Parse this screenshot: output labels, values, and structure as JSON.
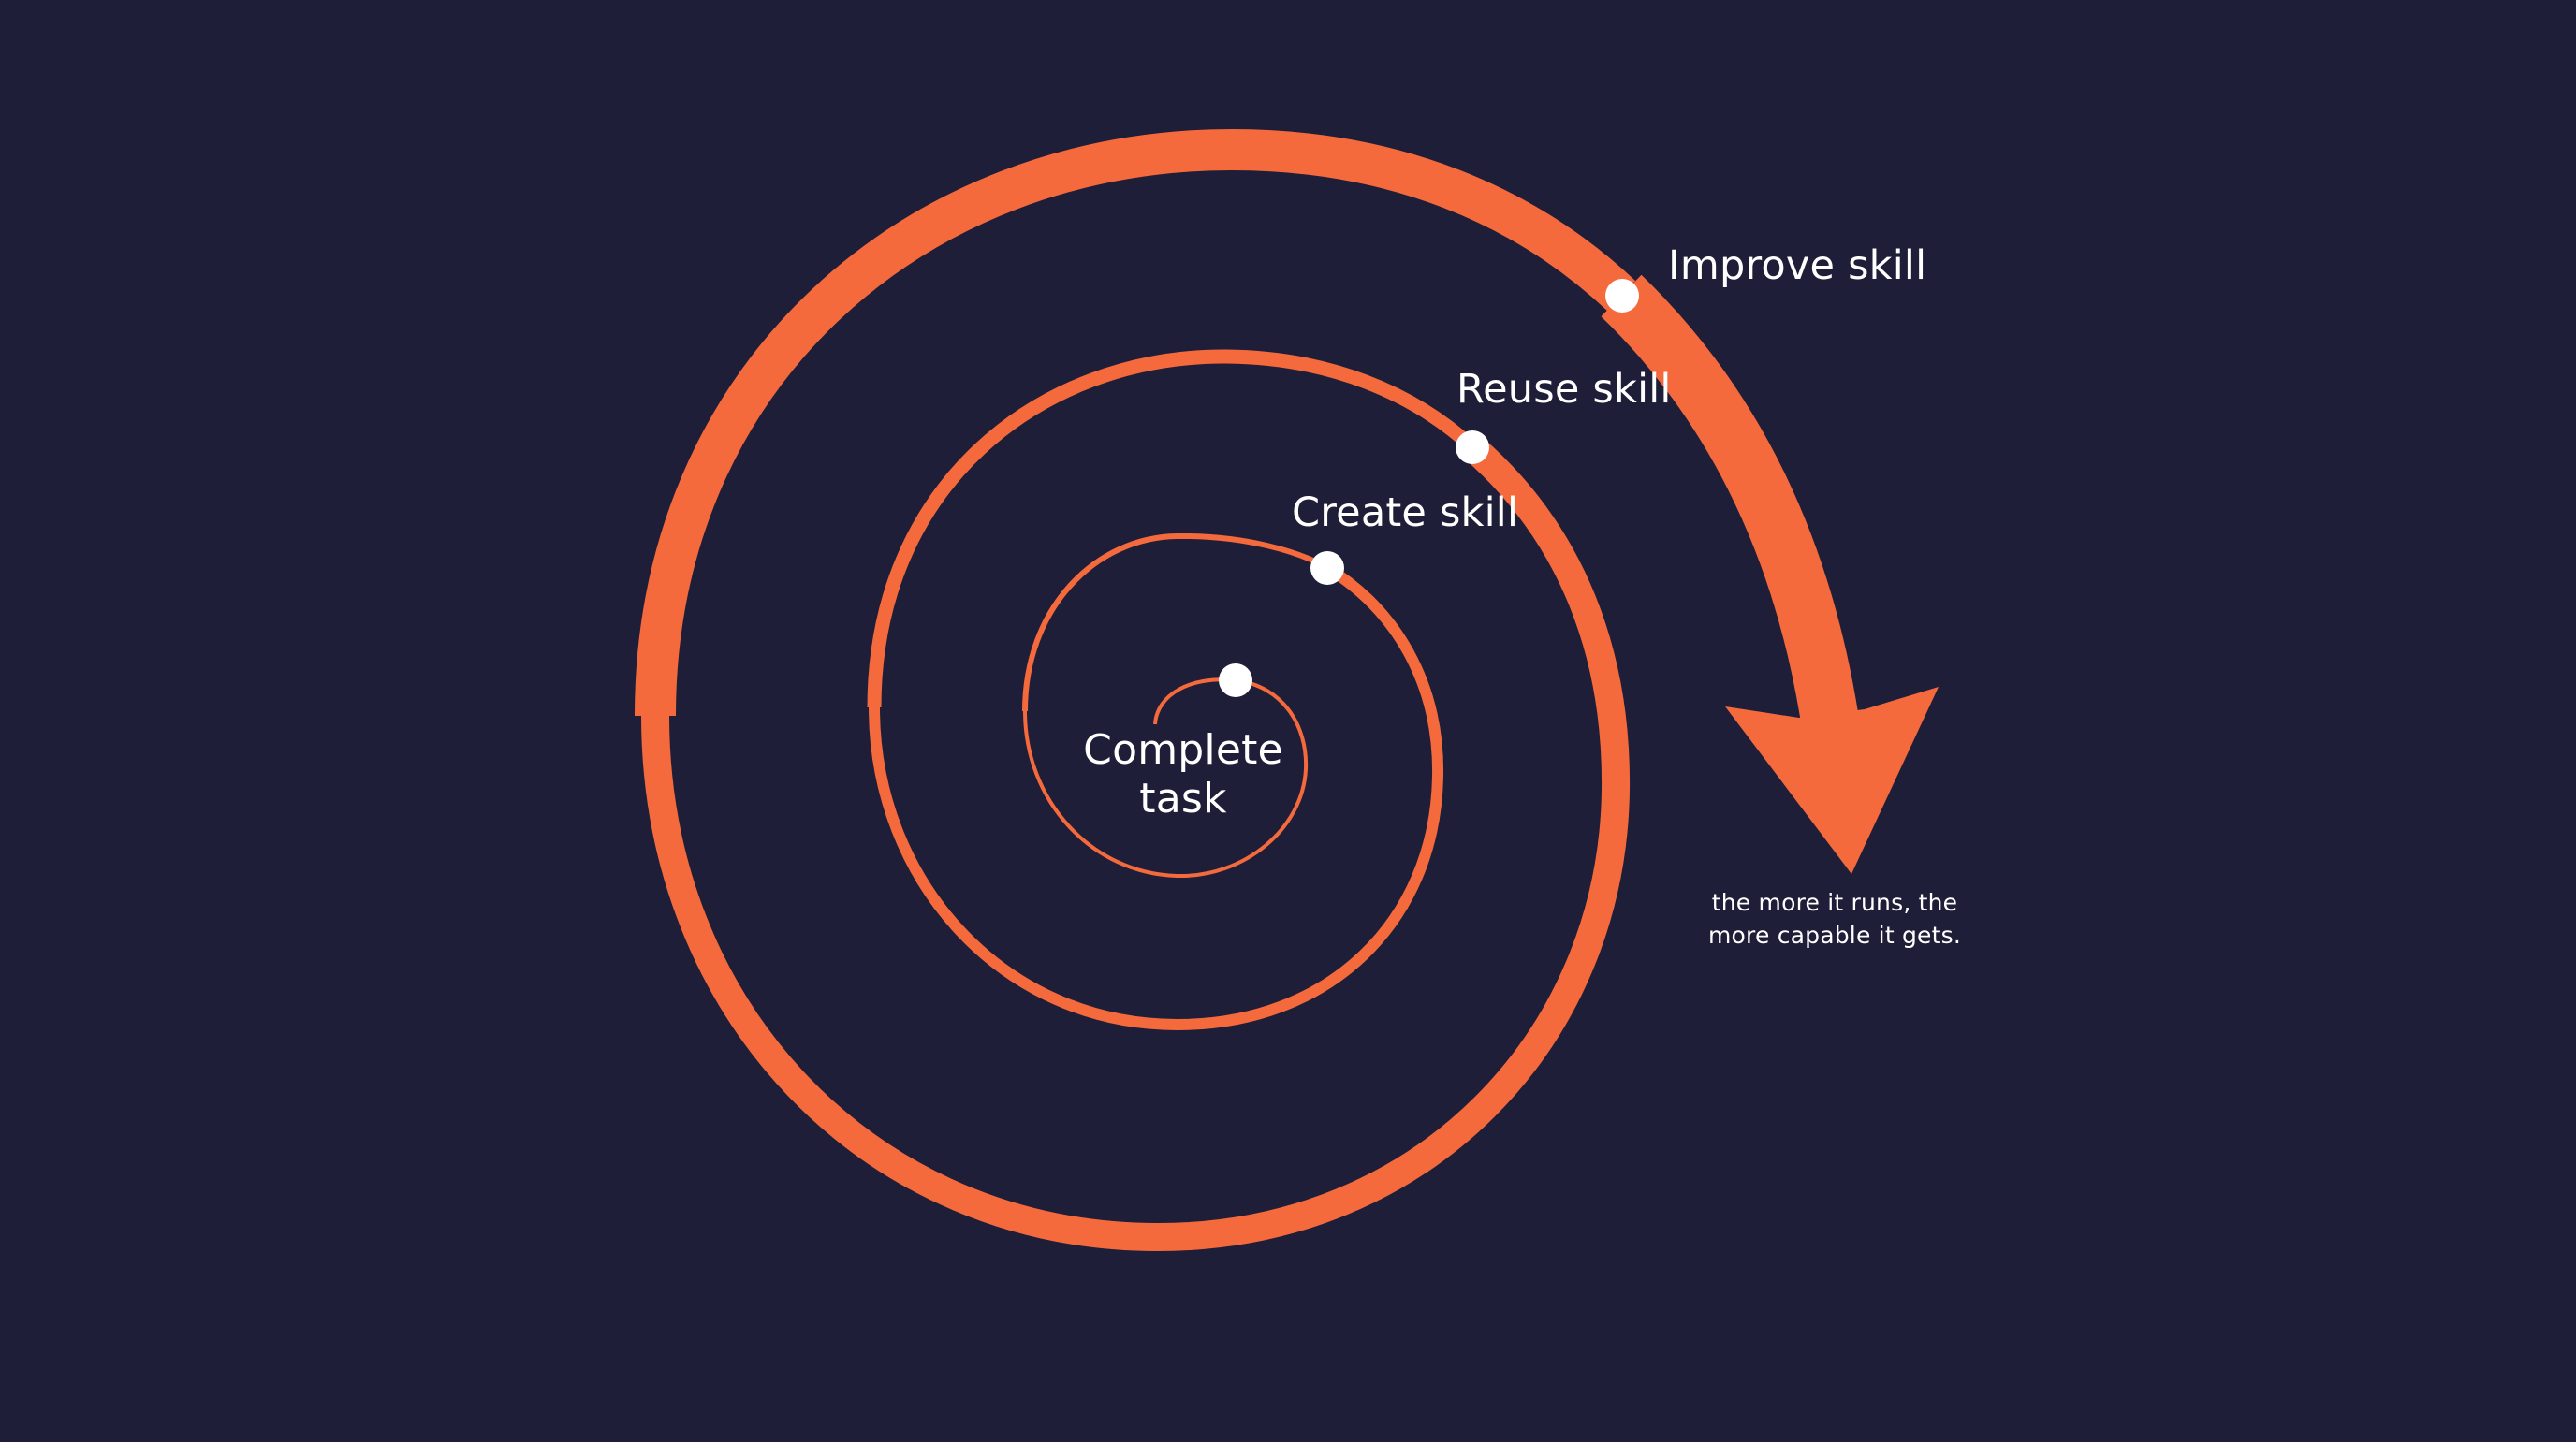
{
  "diagram": {
    "type": "spiral-cycle",
    "colors": {
      "background": "#1e1e38",
      "spiral": "#f46a3d",
      "dot": "#ffffff",
      "text": "#ffffff"
    },
    "center": {
      "label_line1": "Complete",
      "label_line2": "task"
    },
    "stages": [
      {
        "label": "Complete task"
      },
      {
        "label": "Create skill"
      },
      {
        "label": "Reuse skill"
      },
      {
        "label": "Improve skill"
      }
    ],
    "caption": {
      "line1": "the more it runs, the",
      "line2": "more capable it gets."
    }
  }
}
